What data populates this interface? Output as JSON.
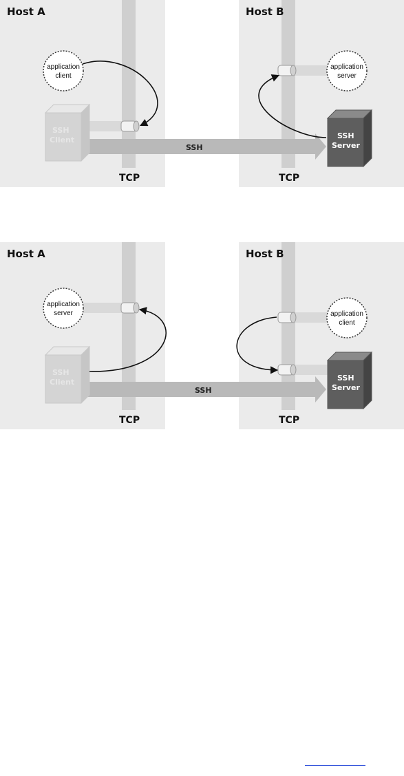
{
  "diagrams": [
    {
      "host_a": "Host A",
      "host_b": "Host B",
      "tcp_left": "TCP",
      "tcp_right": "TCP",
      "ssh": "SSH",
      "client_box": [
        "SSH",
        "Client"
      ],
      "server_box": [
        "SSH",
        "Server"
      ],
      "app_left": [
        "application",
        "client"
      ],
      "app_right": [
        "application",
        "server"
      ]
    },
    {
      "host_a": "Host A",
      "host_b": "Host B",
      "tcp_left": "TCP",
      "tcp_right": "TCP",
      "ssh": "SSH",
      "client_box": [
        "SSH",
        "Client"
      ],
      "server_box": [
        "SSH",
        "Server"
      ],
      "app_left": [
        "application",
        "server"
      ],
      "app_right": [
        "application",
        "client"
      ]
    }
  ],
  "colors": {
    "panel": "#ebebeb",
    "tcp_bar": "#cfcfcf",
    "ssh_arrow": "#b9b9b9",
    "client_box": "#d4d4d4",
    "server_box": "#5e5e5e"
  }
}
